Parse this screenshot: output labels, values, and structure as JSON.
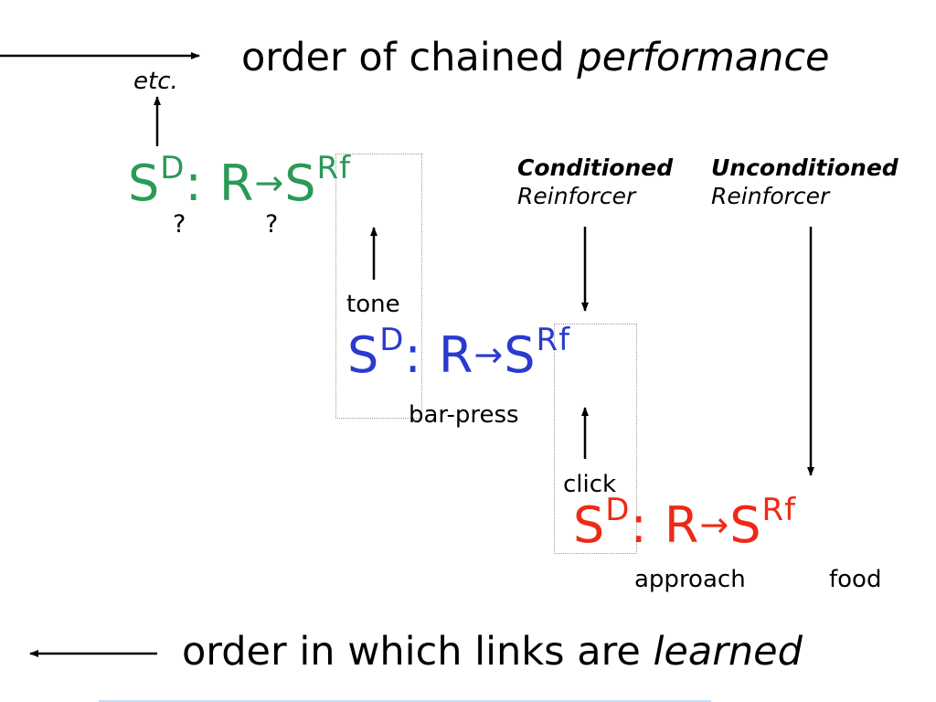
{
  "colors": {
    "chain_top": "#2a9a56",
    "chain_middle": "#2a3ad0",
    "chain_bottom": "#ee2a16",
    "text": "#000000",
    "box_border": "#9a9a9a",
    "footer_rule": "#c8ddf2"
  },
  "header": {
    "performance_text": "order of chained ",
    "performance_emph": "performance",
    "etc_label": "etc."
  },
  "chain_symbol": {
    "s": "S",
    "d": "D",
    "colon": ":",
    "r": "R",
    "arrow": "→",
    "rf": "Rf"
  },
  "top_chain": {
    "sd_unknown": "?",
    "r_unknown": "?"
  },
  "labels": {
    "tone": "tone",
    "bar_press": "bar-press",
    "click": "click",
    "approach": "approach",
    "food": "food"
  },
  "reinforcers": {
    "conditioned_title": "Conditioned",
    "conditioned_sub": "Reinforcer",
    "unconditioned_title": "Unconditioned",
    "unconditioned_sub": "Reinforcer"
  },
  "footer": {
    "learned_text": "order in which links are ",
    "learned_emph": "learned"
  }
}
